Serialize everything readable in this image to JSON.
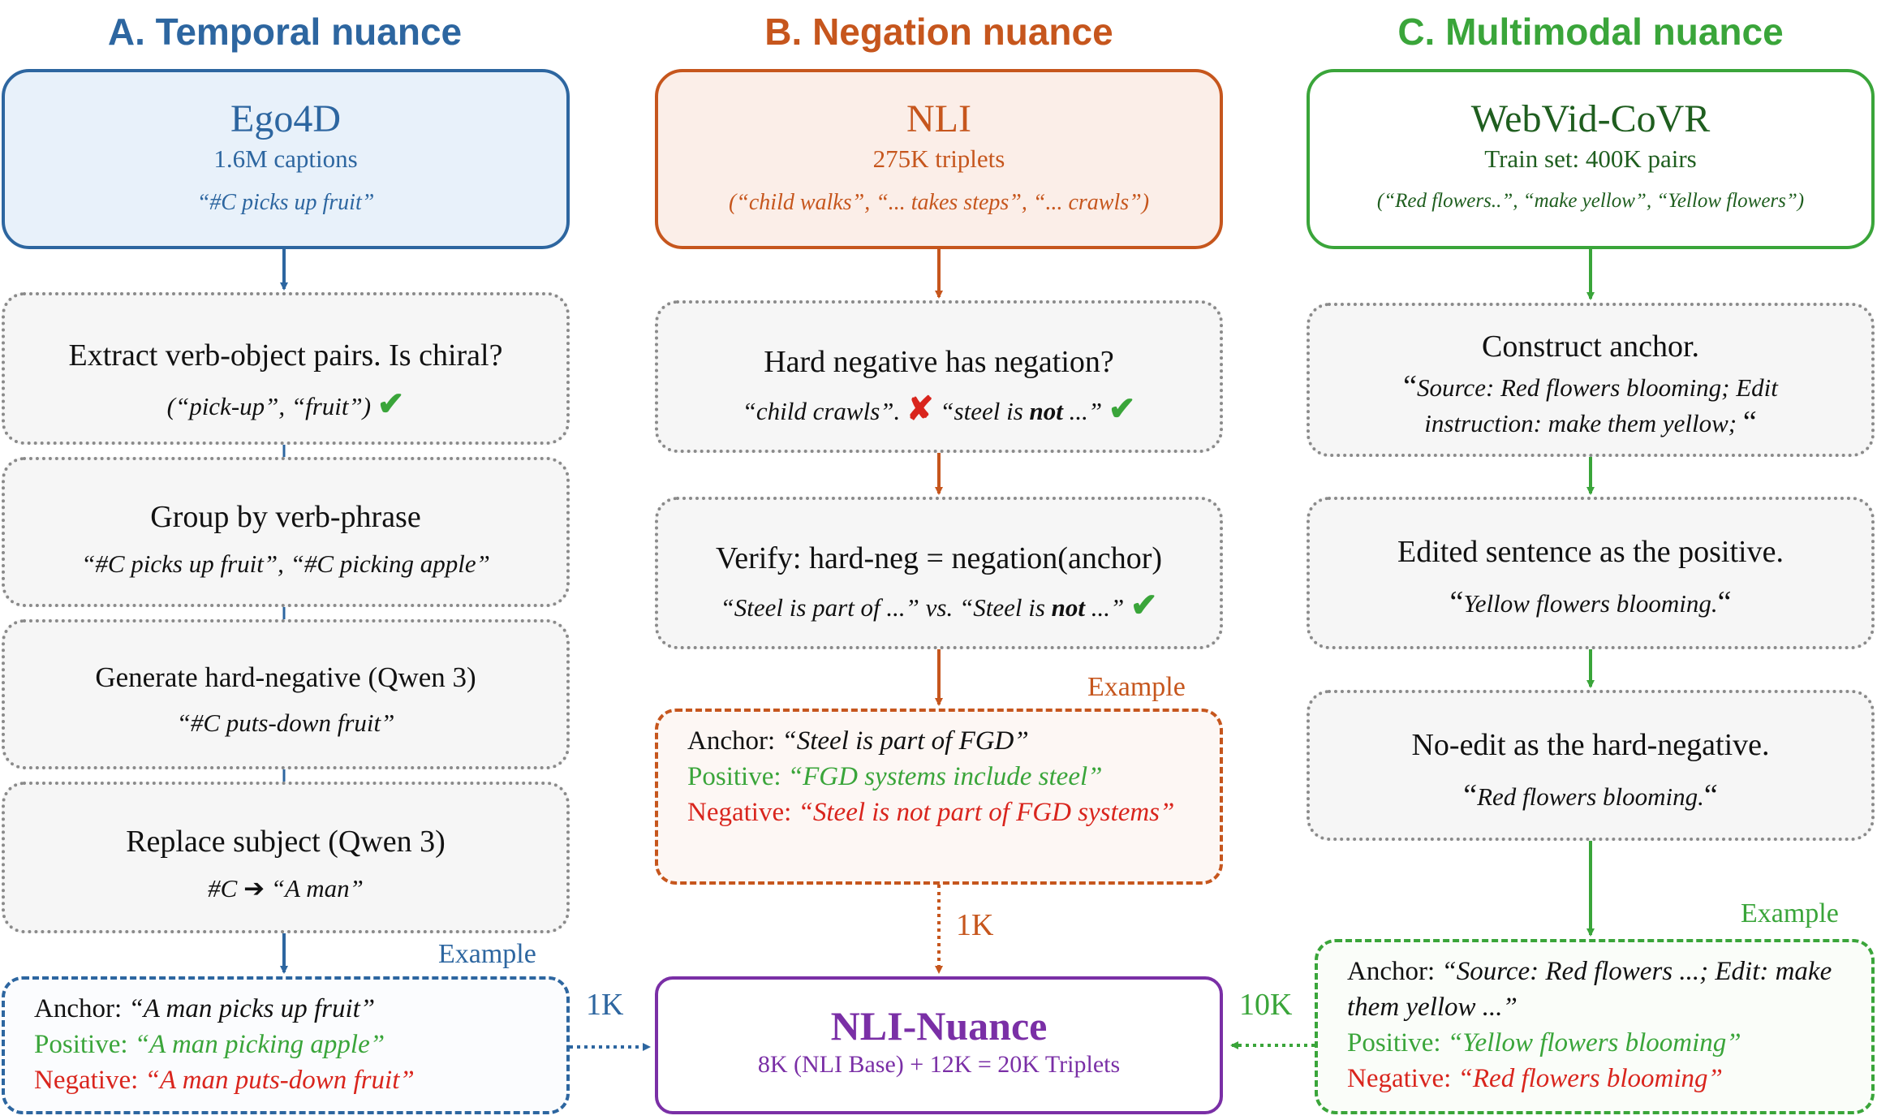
{
  "colors": {
    "blue": "#2d66a0",
    "orange": "#c6561d",
    "green": "#3aa53a",
    "purple": "#7a2fa6",
    "red": "#d9251d"
  },
  "columns": {
    "a": {
      "title": "A. Temporal nuance",
      "source": {
        "name": "Ego4D",
        "sub": "1.6M captions",
        "example": "“#C picks up fruit”"
      },
      "steps": [
        {
          "head": "Extract verb-object pairs. Is chiral?",
          "detail": "(“pick-up”, “fruit”)",
          "mark": "✔"
        },
        {
          "head": "Group by verb-phrase",
          "detail": "“#C picks up fruit”, “#C picking apple”"
        },
        {
          "head": "Generate hard-negative (Qwen 3)",
          "detail": "“#C puts-down fruit”"
        },
        {
          "head": "Replace subject (Qwen 3)",
          "detail_pre": "#C",
          "arrow": "➔",
          "detail_post": "“A man”"
        }
      ],
      "example_label": "Example",
      "example": {
        "anchor_label": "Anchor:",
        "anchor": "“A man picks up fruit”",
        "positive_label": "Positive:",
        "positive": "“A man picking apple”",
        "negative_label": "Negative:",
        "negative": "“A man puts-down fruit”"
      },
      "flow_count": "1K"
    },
    "b": {
      "title": "B. Negation nuance",
      "source": {
        "name": "NLI",
        "sub": "275K triplets",
        "example": "(“child walks”, “... takes steps”, “... crawls”)"
      },
      "steps": [
        {
          "head": "Hard negative has negation?",
          "detail_a": "“child crawls”.",
          "mark_a": "✘",
          "detail_b1": "“steel is ",
          "detail_b_bold": "not",
          "detail_b2": " ...”",
          "mark_b": "✔"
        },
        {
          "head": "Verify: hard-neg = negation(anchor)",
          "detail_a": "“Steel is part of ...” vs. “Steel is ",
          "detail_bold": "not",
          "detail_b": " ...”",
          "mark": "✔"
        }
      ],
      "example_label": "Example",
      "example": {
        "anchor_label": "Anchor:",
        "anchor": "“Steel is part of FGD”",
        "positive_label": "Positive:",
        "positive": "“FGD systems include steel”",
        "negative_label": "Negative:",
        "negative": "“Steel is not part of FGD systems”"
      },
      "flow_count": "1K"
    },
    "c": {
      "title": "C. Multimodal nuance",
      "source": {
        "name": "WebVid-CoVR",
        "sub": "Train set: 400K pairs",
        "example": "(“Red flowers..”, “make yellow”, “Yellow flowers”)"
      },
      "steps": [
        {
          "head": "Construct anchor.",
          "open_quote": "“",
          "detail": "Source: Red flowers blooming; Edit instruction: make them yellow;",
          "close_quote": "“"
        },
        {
          "head": "Edited sentence as the positive.",
          "open_quote": "“",
          "detail": "Yellow flowers blooming.",
          "close_quote": "“"
        },
        {
          "head": "No-edit as the hard-negative.",
          "open_quote": "“",
          "detail": "Red flowers blooming.",
          "close_quote": "“"
        }
      ],
      "example_label": "Example",
      "example": {
        "anchor_label": "Anchor:",
        "anchor": "“Source: Red flowers ...; Edit: make them yellow ...”",
        "positive_label": "Positive:",
        "positive": "“Yellow flowers blooming”",
        "negative_label": "Negative:",
        "negative": "“Red flowers blooming”"
      },
      "flow_count": "10K"
    }
  },
  "result": {
    "name": "NLI-Nuance",
    "sub": "8K (NLI Base) + 12K = 20K Triplets"
  }
}
